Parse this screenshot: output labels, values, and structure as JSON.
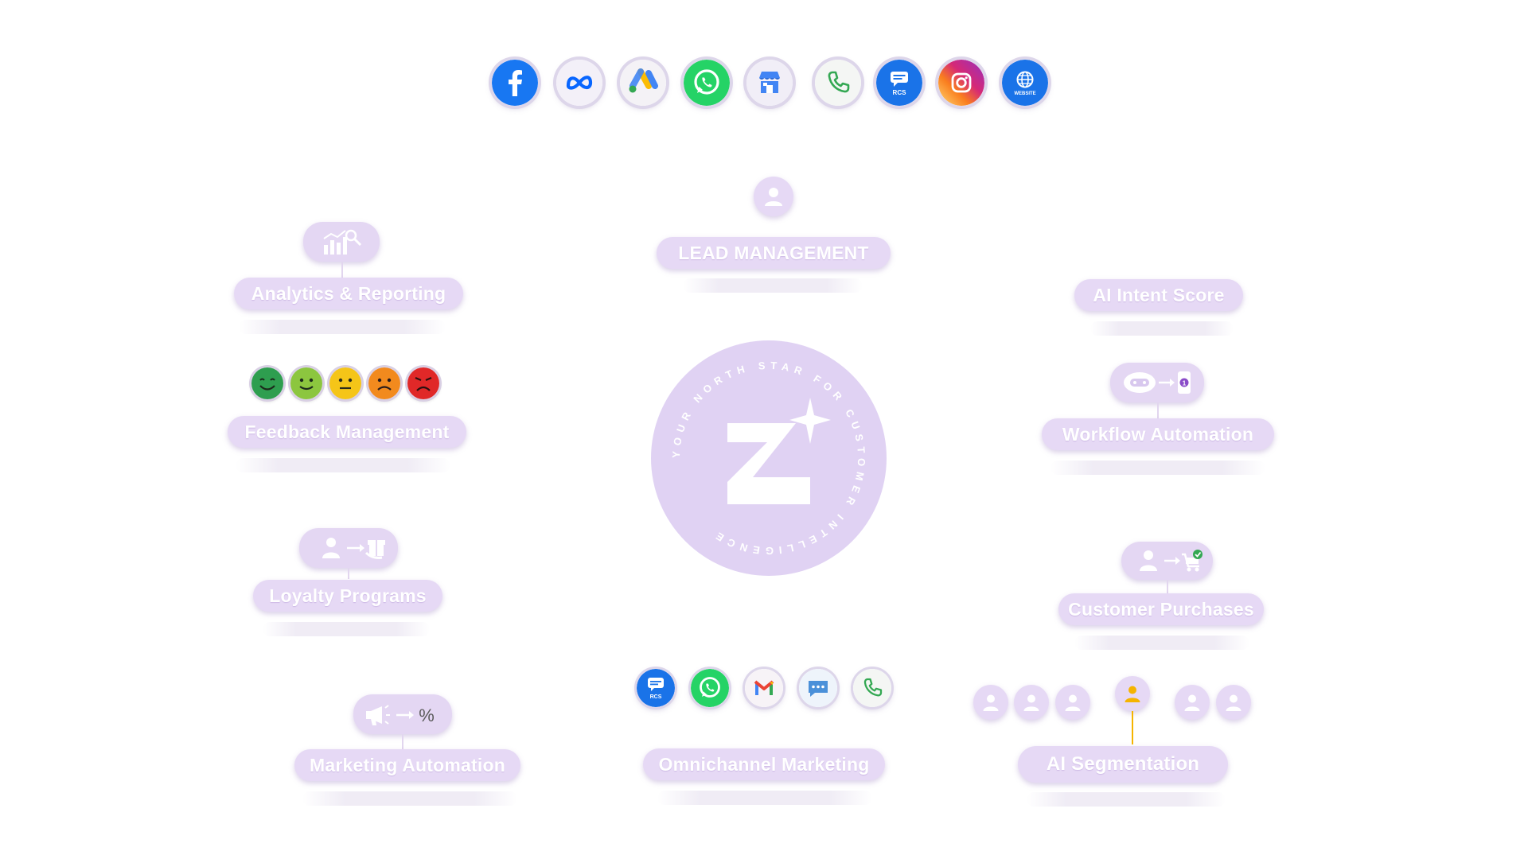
{
  "channels": [
    {
      "icon": "facebook-icon",
      "color": "#1877f2"
    },
    {
      "icon": "meta-icon",
      "color": "#0866ff"
    },
    {
      "icon": "google-ads-icon",
      "color": "#fbbc04"
    },
    {
      "icon": "whatsapp-icon",
      "color": "#25d366"
    },
    {
      "icon": "google-my-business-icon",
      "color": "#4285f4"
    },
    {
      "icon": "phone-icon",
      "color": "#34a853"
    },
    {
      "icon": "rcs-icon",
      "color": "#1a73e8",
      "label": "RCS"
    },
    {
      "icon": "instagram-icon",
      "color": "#e1306c"
    },
    {
      "icon": "website-icon",
      "color": "#1a73e8",
      "label": "WEBSITE"
    }
  ],
  "hub": {
    "ring_text": "YOUR NORTH STAR FOR CUSTOMER INTELLIGENCE",
    "logo_letter": "Z",
    "color": "#e0d2f3"
  },
  "features": {
    "lead_management": "LEAD MANAGEMENT",
    "analytics_reporting": "Analytics & Reporting",
    "ai_intent_score": "AI Intent Score",
    "feedback_management": "Feedback Management",
    "workflow_automation": "Workflow Automation",
    "loyalty_programs": "Loyalty Programs",
    "customer_purchases": "Customer Purchases",
    "marketing_automation": "Marketing Automation",
    "omnichannel_marketing": "Omnichannel Marketing",
    "ai_segmentation": "AI Segmentation"
  },
  "feedback_faces": [
    {
      "mood": "very-happy",
      "color": "#2e9e4f"
    },
    {
      "mood": "happy",
      "color": "#8cc63f"
    },
    {
      "mood": "neutral",
      "color": "#f5c518"
    },
    {
      "mood": "unhappy",
      "color": "#f28a1e"
    },
    {
      "mood": "angry",
      "color": "#e02828"
    }
  ],
  "workflow_badge": "1",
  "omnichannel_icons": [
    {
      "icon": "rcs-icon",
      "label": "RCS"
    },
    {
      "icon": "whatsapp-icon"
    },
    {
      "icon": "gmail-icon"
    },
    {
      "icon": "sms-icon"
    },
    {
      "icon": "phone-icon"
    }
  ],
  "colors": {
    "accent_lavender": "#e6d9f5",
    "segment_highlight": "#f5b400"
  }
}
